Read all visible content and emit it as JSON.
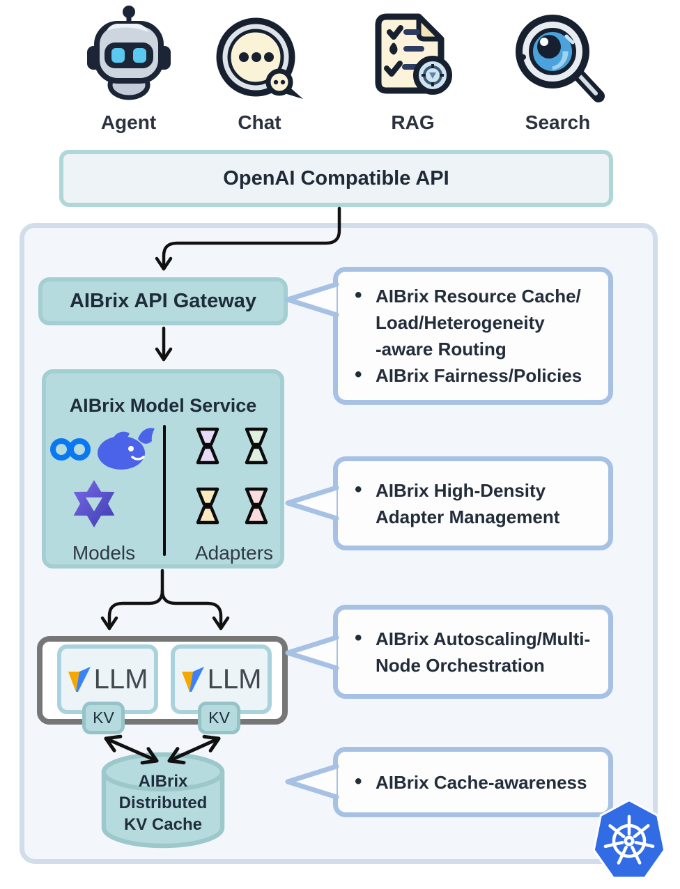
{
  "clients": [
    {
      "label": "Agent",
      "icon": "robot-icon"
    },
    {
      "label": "Chat",
      "icon": "chat-bubble-icon"
    },
    {
      "label": "RAG",
      "icon": "document-checklist-icon"
    },
    {
      "label": "Search",
      "icon": "magnifier-eye-icon"
    }
  ],
  "api_box": {
    "label": "OpenAI Compatible API"
  },
  "gateway": {
    "label": "AIBrix API Gateway"
  },
  "model_service": {
    "title": "AIBrix Model Service",
    "models_label": "Models",
    "adapters_label": "Adapters",
    "model_icons": [
      "meta-infinity-icon",
      "deepseek-whale-icon",
      "qwen-star-icon"
    ],
    "adapter_colors": [
      "#e7dcf8",
      "#dff0e0",
      "#f9eac1",
      "#fbdcdf"
    ]
  },
  "vllm": {
    "label": "LLM",
    "kv_label": "KV"
  },
  "kv_cache": {
    "line1": "AIBrix",
    "line2": "Distributed",
    "line3": "KV Cache"
  },
  "callouts": [
    {
      "items": [
        "AIBrix Resource Cache/\nLoad/Heterogeneity\n-aware Routing",
        "AIBrix Fairness/Policies"
      ]
    },
    {
      "items": [
        "AIBrix High-Density\nAdapter Management"
      ]
    },
    {
      "items": [
        "AIBrix Autoscaling/Multi-\nNode Orchestration"
      ]
    },
    {
      "items": [
        "AIBrix Cache-awareness"
      ]
    }
  ],
  "colors": {
    "teal_fill": "#b5dbde",
    "teal_border": "#a3ced2",
    "callout_border": "#a6c1e4",
    "container_fill": "#f3f7fb",
    "container_border": "#d2ddec",
    "kubernetes_blue": "#326ce5",
    "arrow_black": "#111111",
    "deepseek_blue": "#4a63e8",
    "meta_blue": "#0a78f0",
    "vllm_yellow": "#f5a800",
    "vllm_blue": "#3b82f6"
  }
}
